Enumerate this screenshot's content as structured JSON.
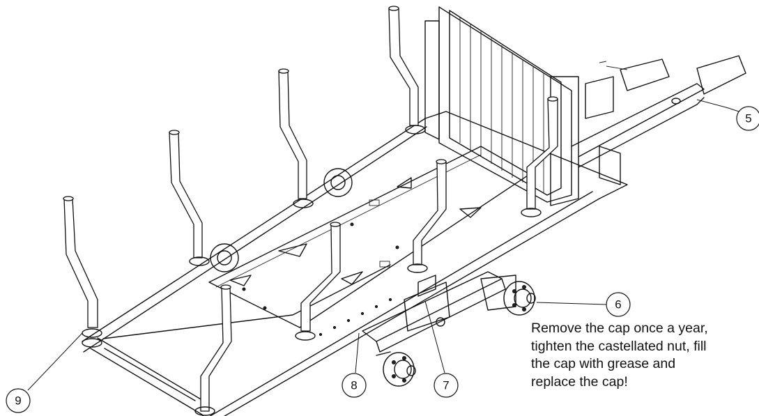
{
  "callouts": [
    {
      "number": "5"
    },
    {
      "number": "6"
    },
    {
      "number": "7"
    },
    {
      "number": "8"
    },
    {
      "number": "9"
    }
  ],
  "note": {
    "lines": [
      "Remove the cap once a year,",
      "tighten the castellated nut, fill",
      "the cap with grease and",
      "replace the cap!"
    ]
  }
}
